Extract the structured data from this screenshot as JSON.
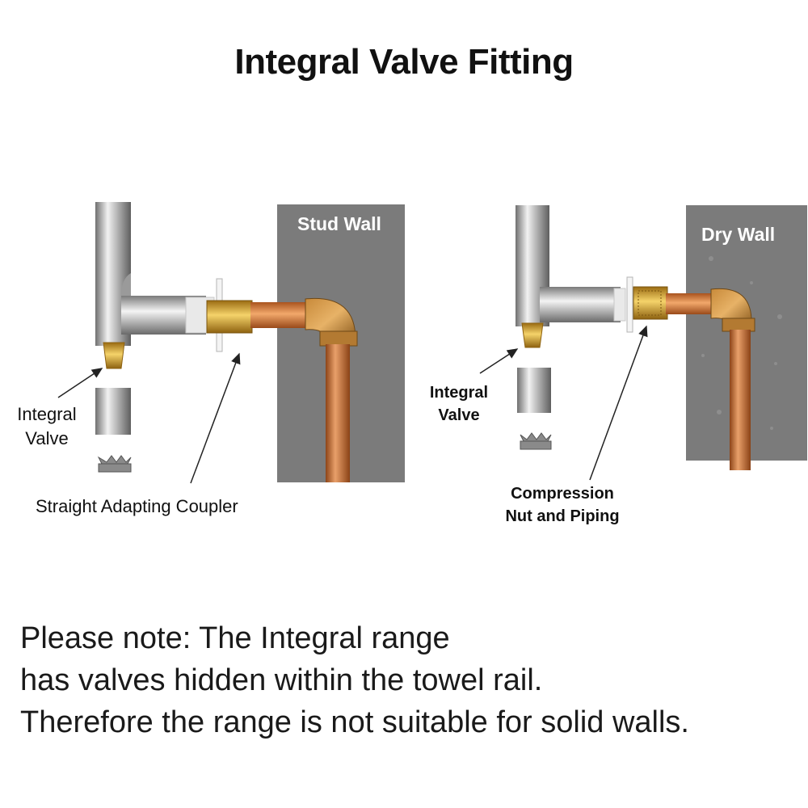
{
  "title": "Integral Valve Fitting",
  "left_panel": {
    "wall_label": "Stud Wall",
    "valve_label_line1": "Integral",
    "valve_label_line2": "Valve",
    "coupler_label": "Straight Adapting Coupler"
  },
  "right_panel": {
    "wall_label": "Dry Wall",
    "valve_label_line1": "Integral",
    "valve_label_line2": "Valve",
    "nut_label_line1": "Compression",
    "nut_label_line2": "Nut and Piping"
  },
  "note": {
    "line1": "Please note: The Integral range",
    "line2": "has valves hidden within the towel rail.",
    "line3": "Therefore the range is not suitable for solid walls."
  },
  "colors": {
    "wall": "#7b7b7b",
    "copper": "#c56b2e",
    "brass": "#d9a32c",
    "chrome": "#a9a9a9"
  }
}
